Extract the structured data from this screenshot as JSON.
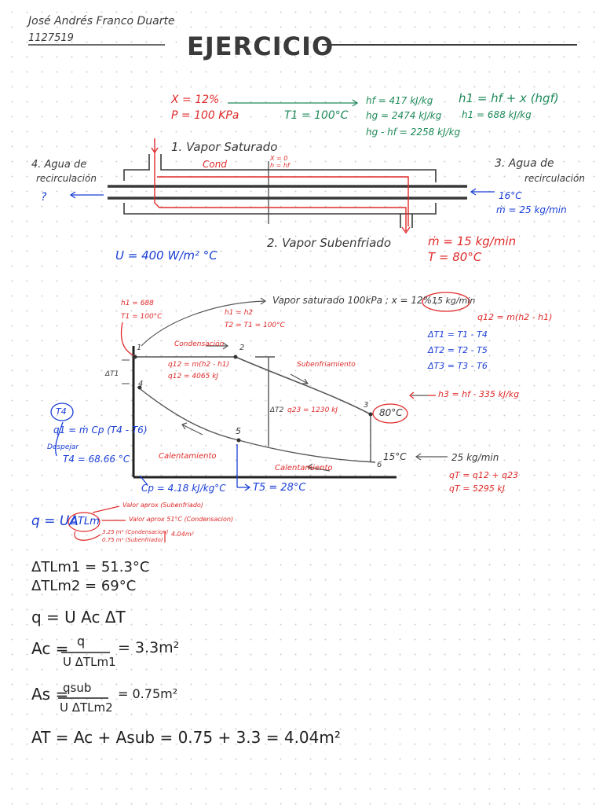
{
  "header": {
    "author": "José Andrés Franco Duarte",
    "student_id": "1127519",
    "title": "EJERCICIO"
  },
  "givens": {
    "x": "X = 12%",
    "p": "P = 100 KPa",
    "t1": "T1 = 100°C",
    "hf": "hf = 417 kJ/kg",
    "hg": "hg = 2474 kJ/kg",
    "hghf": "hg - hf = 2258 kJ/kg",
    "h1_formula": "h1 = hf + x (hgf)",
    "h1_value": "h1 = 688 kJ/kg"
  },
  "exchanger": {
    "vapor_saturado": "1. Vapor Saturado",
    "cond": "Cond",
    "x0": "X = 0",
    "hhf": "h = hf",
    "agua_left_1": "4. Agua de",
    "agua_left_2": "recirculación",
    "agua_left_q": "?",
    "agua_right_1": "3. Agua de",
    "agua_right_2": "recirculación",
    "t_in": "16°C",
    "m_in": "ṁ = 25 kg/min",
    "vapor_sub": "2. Vapor Subenfriado",
    "m_steam": "ṁ = 15 kg/min",
    "t_out": "T = 80°C",
    "u": "U = 400 W/m² °C"
  },
  "diagram": {
    "vapor_note": "Vapor saturado 100kPa ; x = 12% ,",
    "mass_circle": "15 kg/min",
    "h1_label": "h1 = 688",
    "t1_label": "T1 = 100°C",
    "h1h2": "h1 = h2",
    "t2t1": "T2 = T1 = 100°C",
    "q12": "q12 = m(h2 - h1)",
    "dt1": "ΔT1 = T1 - T4",
    "dt2": "ΔT2 = T2 - T5",
    "dt3": "ΔT3 = T3 - T6",
    "p1": "1",
    "p2": "2",
    "p3": "3",
    "p4": "4",
    "p5": "5",
    "p6": "6",
    "condensacion": "Condensación",
    "qc_formula": "q12 = m(h2 - h1)",
    "qc_value": "q12 = 4065 kJ",
    "subenfriamiento": "Subenfriamiento",
    "dt1_side": "ΔT1",
    "dt2_side": "ΔT2",
    "q23": "q23 = 1230 kJ",
    "h3": "h3 = hf - 335 kJ/kg",
    "t3_circle": "80°C",
    "t4_circle": "T4",
    "q1_formula": "q1 = ṁ Cp (T4 - T6)",
    "despejar": "Despejar",
    "t4_value": "T4 = 68.66 °C",
    "calentamiento_1": "Calentamiento",
    "calentamiento_2": "Calentamiento",
    "t6": "15°C",
    "water_rate": "25 kg/min",
    "qt_formula": "qT = q12 + q23",
    "qt_value": "qT = 5295 kJ",
    "cp": "Cp = 4.18 kJ/kg°C",
    "t5": "T5 = 28°C"
  },
  "lmtd": {
    "q_eq_pre": "q = UA",
    "q_eq_dt": "ΔTLm",
    "note1": "Valor aprox (Subenfriado)",
    "note2": "Valor aprox 51°C (Condensacion)",
    "note3": "3.25 m² (Condensacion)",
    "note4": "0.75 m² (Subenfriado)",
    "note_total": "4.04m²"
  },
  "results": {
    "dtlm1": "ΔTLm1 = 51.3°C",
    "dtlm2": "ΔTLm2 = 69°C",
    "q_uac": "q = U Ac ΔT",
    "ac_lhs": "Ac =",
    "ac_num": "q",
    "ac_den": "U ΔTLm1",
    "ac_val": "= 3.3m²",
    "as_lhs": "As =",
    "as_num": "qsub",
    "as_den": "U ΔTLm2",
    "as_val": "= 0.75m²",
    "at": "AT = Ac + Asub = 0.75 + 3.3 = 4.04m²"
  },
  "colors": {
    "ink": "#3a3a3a",
    "red": "#e02a2a",
    "green": "#1f8a5a",
    "blue": "#1a3fd6"
  }
}
